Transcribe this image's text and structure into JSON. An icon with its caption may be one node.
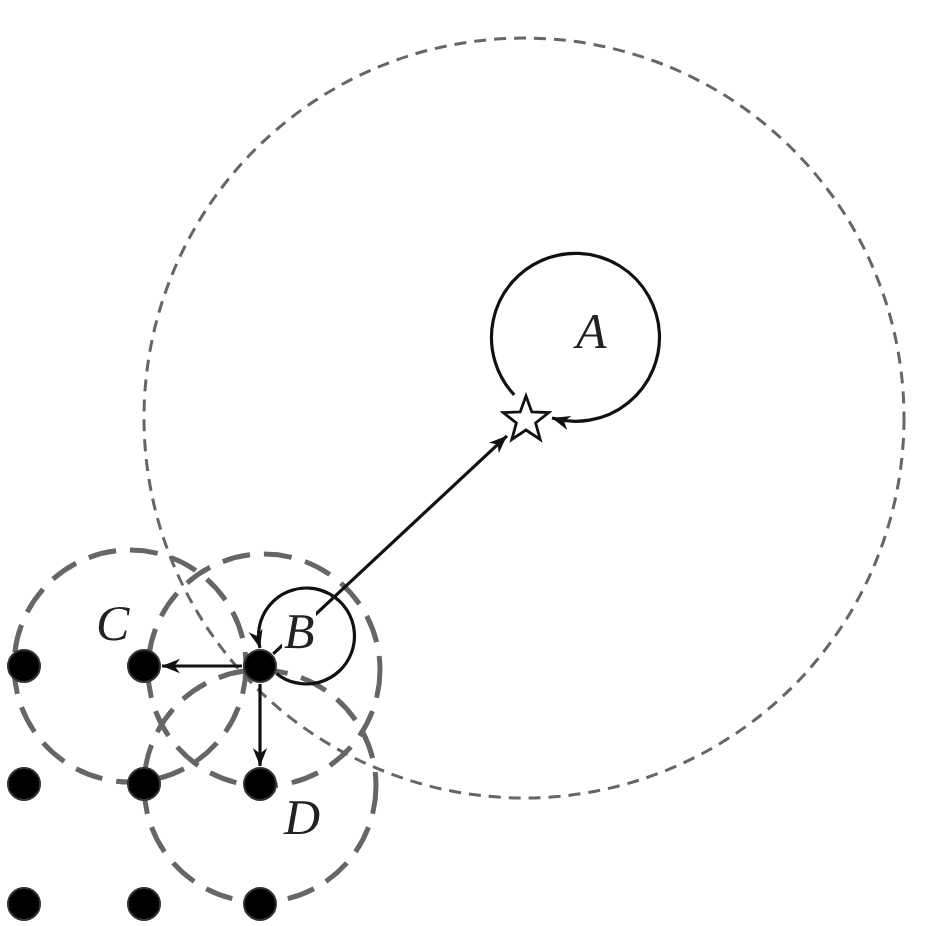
{
  "diagram": {
    "nodes": [
      {
        "text": [],
        "shape": "star"
      },
      {
        "text": [],
        "shape": "circle"
      },
      {
        "text": [],
        "shape": "circle"
      },
      {
        "text": [],
        "shape": "circle"
      },
      {
        "text": [],
        "shape": "circle"
      },
      {
        "text": [],
        "shape": "circle"
      },
      {
        "text": [],
        "shape": "circle"
      },
      {
        "text": [],
        "shape": "circle"
      },
      {
        "text": [],
        "shape": "circle"
      },
      {
        "text": [],
        "shape": "circle"
      }
    ],
    "edges": [
      {
        "from": 0,
        "to": 0,
        "arrow": "to",
        "label": "A"
      },
      {
        "from": 3,
        "to": 0,
        "arrow": "to"
      },
      {
        "from": 3,
        "to": 3,
        "arrow": "to",
        "label": "B"
      },
      {
        "from": 3,
        "to": 2,
        "arrow": "to"
      },
      {
        "from": 3,
        "to": 6,
        "arrow": "to"
      }
    ],
    "labels": [
      "C",
      "D"
    ]
  }
}
